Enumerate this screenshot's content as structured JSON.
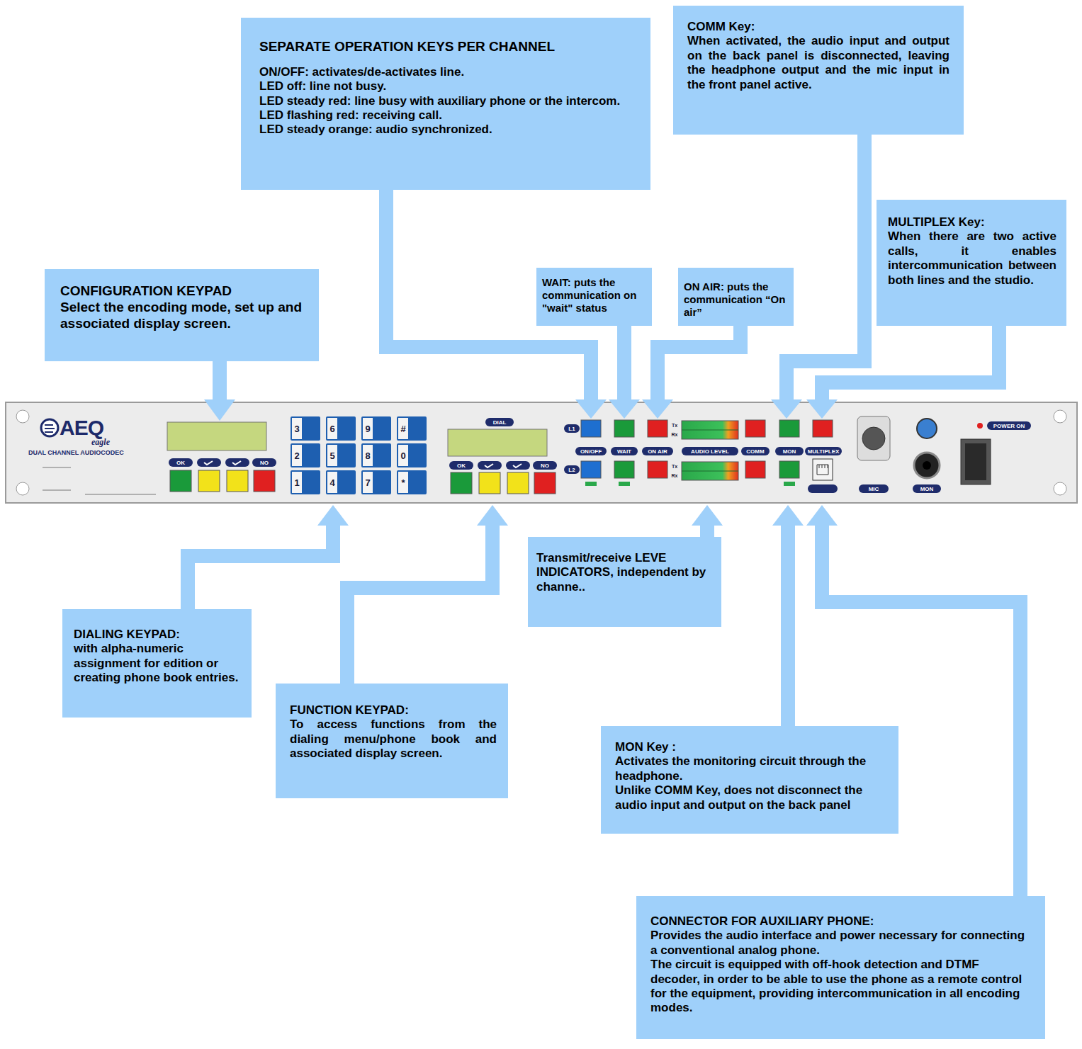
{
  "diagram": {
    "nodes": [
      {
        "text": [
          "SEPARATE OPERATION KEYS PER CHANNEL",
          "ON/OFF: activates/de-activates line.",
          "LED off: line not busy.",
          "LED steady red: line busy with auxiliary phone or the intercom.",
          "LED flashing red: receiving call.",
          "LED steady orange: audio synchronized."
        ]
      },
      {
        "text": [
          "COMM Key:",
          "When activated, the audio input and output on the back panel is disconnected, leaving the headphone output and the mic input in the front panel active."
        ]
      },
      {
        "text": [
          "MULTIPLEX Key:",
          "When there are two active calls, it enables intercommunication between both lines and the studio."
        ]
      },
      {
        "text": [
          "CONFIGURATION KEYPAD",
          "Select the encoding mode, set up and associated display screen."
        ]
      },
      {
        "text": [
          "WAIT: puts the communication on \"wait\" status"
        ]
      },
      {
        "text": [
          "ON AIR: puts the communication “On air”"
        ]
      },
      {
        "text": [
          "Transmit/receive LEVE INDICATORS, independent by channe.."
        ]
      },
      {
        "text": [
          "DIALING KEYPAD:",
          "with alpha-numeric assignment for edition or creating phone book entries."
        ]
      },
      {
        "text": [
          "FUNCTION KEYPAD:",
          "To access functions from the dialing menu/phone book and associated display screen."
        ]
      },
      {
        "text": [
          "MON Key :",
          "Activates the monitoring circuit through the headphone.",
          "Unlike COMM Key, does not disconnect the audio input and output on the back panel"
        ]
      },
      {
        "text": [
          "CONNECTOR FOR AUXILIARY PHONE:",
          "Provides the audio interface and power necessary for connecting a conventional analog phone.",
          "The circuit is equipped with off-hook detection and DTMF decoder, in order to be able to use the phone as a remote control for the equipment, providing intercommunication in all encoding modes."
        ]
      }
    ],
    "labels": [
      "AEQ",
      "eagle",
      "DUAL CHANNEL AUDIOCODEC",
      "OK",
      "NO",
      "3",
      "6",
      "9",
      "#",
      "2",
      "5",
      "8",
      "0",
      "1",
      "4",
      "7",
      "*",
      "DIAL",
      "OK",
      "NO",
      "L1",
      "L2",
      "ON/OFF",
      "WAIT",
      "ON AIR",
      "Tx",
      "Rx",
      "AUDIO LEVEL",
      "COMM",
      "MON",
      "MULTIPLEX",
      "Tx",
      "Rx",
      "MIC",
      "MON",
      "POWER ON"
    ]
  }
}
